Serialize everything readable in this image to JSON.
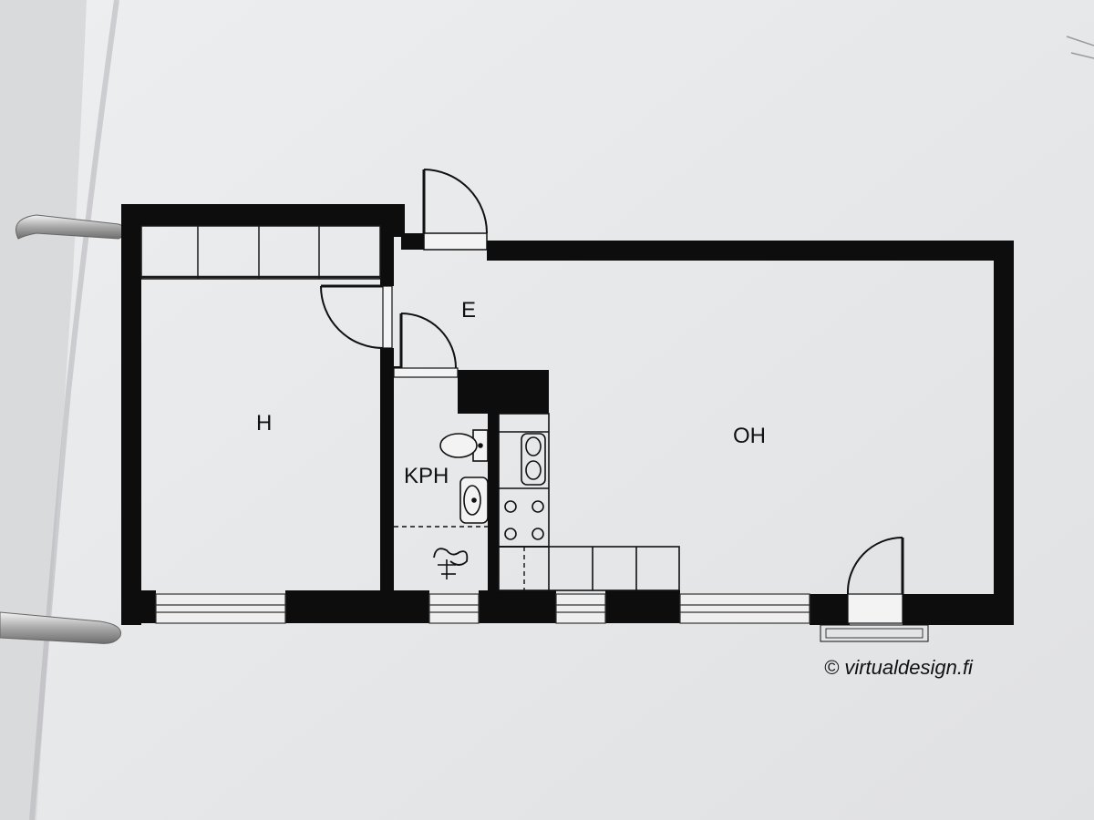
{
  "floorplan": {
    "rooms": {
      "bedroom": "H",
      "entry": "E",
      "bathroom": "KPH",
      "living_room": "OH"
    },
    "credit": "© virtualdesign.fi"
  },
  "colors": {
    "paper": "#e9eaec",
    "wall": "#0d0d0d",
    "line": "#222222",
    "binder_ring": "#b9b9b9"
  }
}
